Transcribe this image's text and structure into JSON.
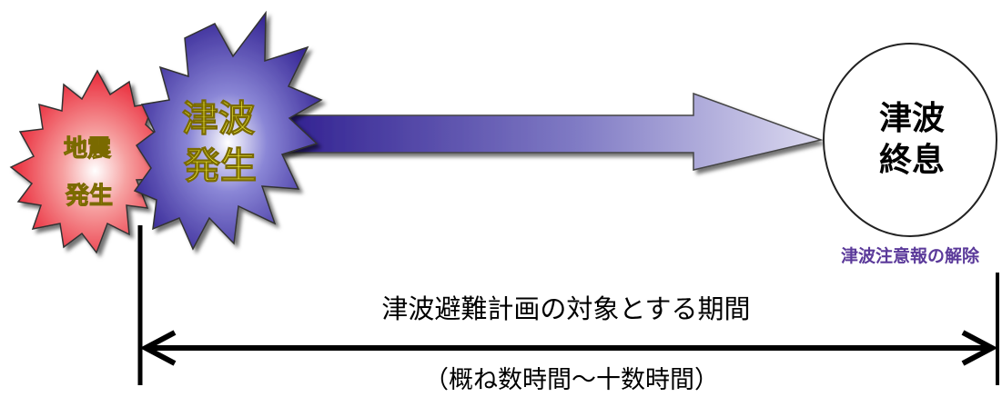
{
  "earthquake": {
    "line1": "地震",
    "line2": "発生"
  },
  "tsunami": {
    "line1": "津波",
    "line2": "発生"
  },
  "tsunami_end": {
    "line1": "津波",
    "line2": "終息"
  },
  "advisory_lift": "津波注意報の解除",
  "period_label": "津波避難計画の対象とする期間",
  "period_note": "（概ね数時間〜十数時間）",
  "colors": {
    "earthquake_burst": "#e8182a",
    "tsunami_burst": "#2e1d8f",
    "arrow": "#2e1d8f",
    "notice_text": "#5b3a9a",
    "burst_text": "#f2ef3a"
  }
}
